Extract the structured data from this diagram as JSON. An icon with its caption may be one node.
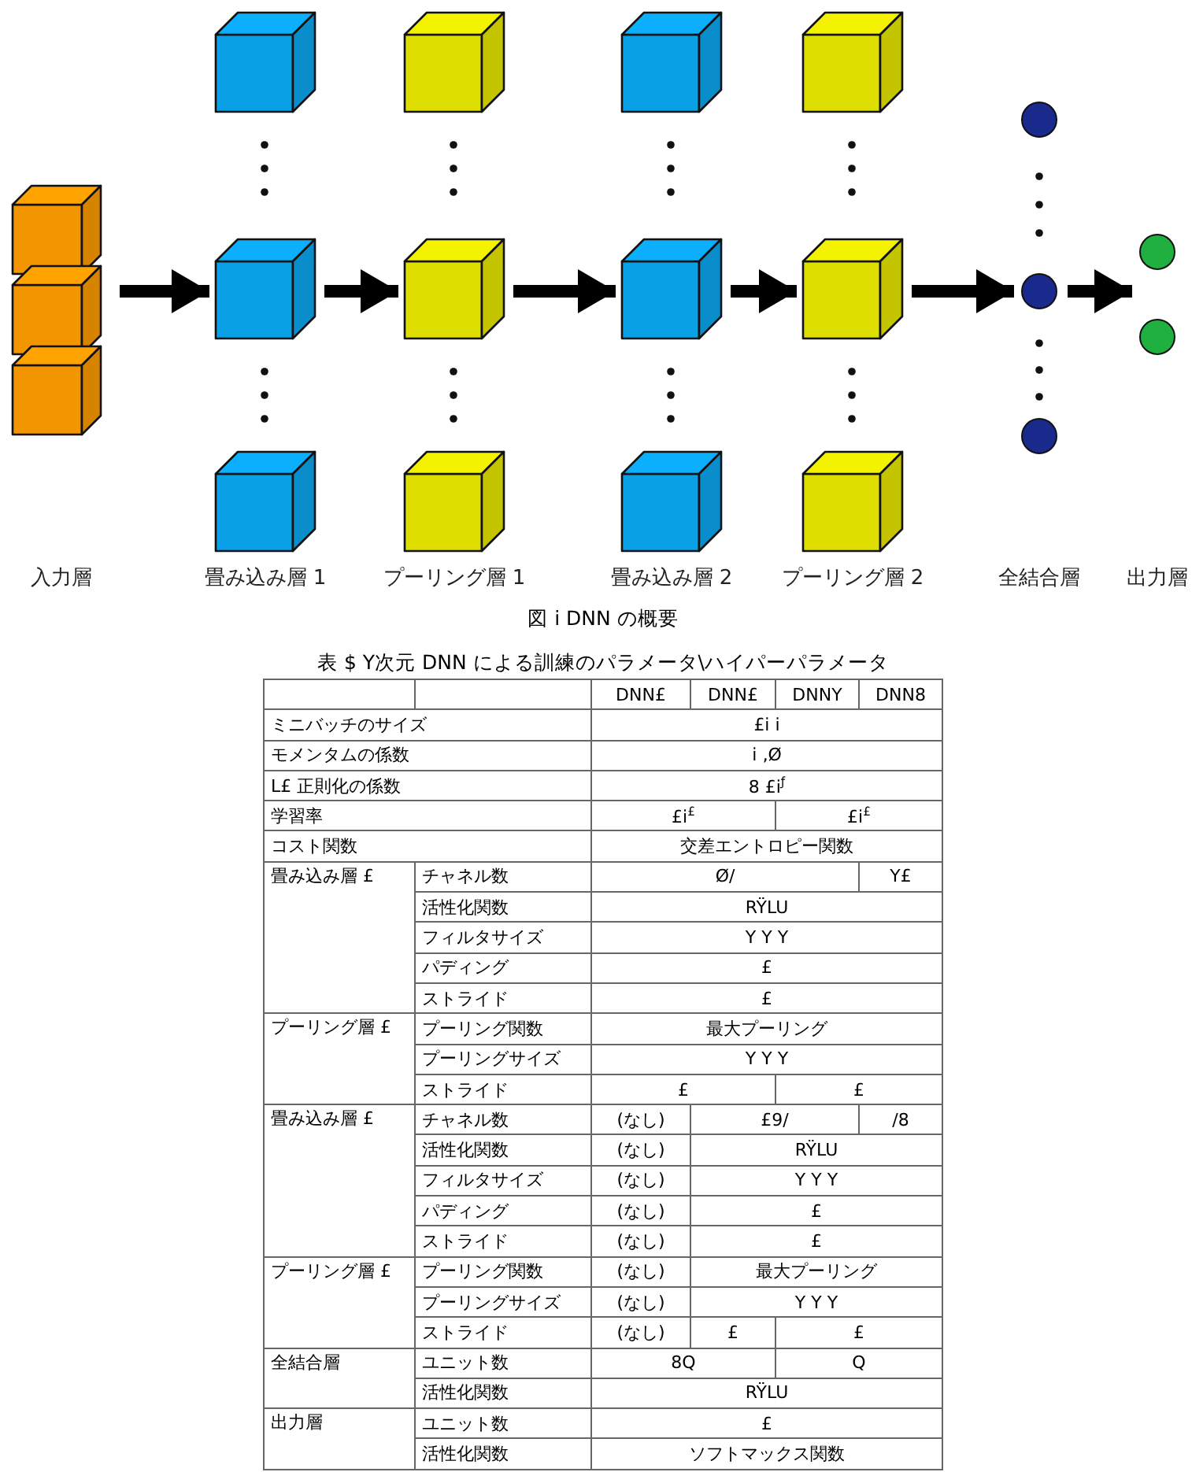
{
  "diagram": {
    "caption": "図 i DNN の概要",
    "nodes": [
      {
        "text": [
          "入力層"
        ]
      },
      {
        "text": [
          "畳み込み層 1"
        ]
      },
      {
        "text": [
          "プーリング層 1"
        ]
      },
      {
        "text": [
          "畳み込み層 2"
        ]
      },
      {
        "text": [
          "プーリング層 2"
        ]
      },
      {
        "text": [
          "全結合層"
        ]
      },
      {
        "text": [
          "出力層"
        ]
      }
    ],
    "edges": [
      {
        "from": 0,
        "to": 1,
        "arrow": "to"
      },
      {
        "from": 1,
        "to": 2,
        "arrow": "to"
      },
      {
        "from": 2,
        "to": 3,
        "arrow": "to"
      },
      {
        "from": 3,
        "to": 4,
        "arrow": "to"
      },
      {
        "from": 4,
        "to": 5,
        "arrow": "to"
      },
      {
        "from": 5,
        "to": 6,
        "arrow": "to"
      }
    ],
    "labels": [
      "表 $ Y次元 DNN による訓練のパラメータ\\ハイパーパラメータ",
      "DNN£",
      "DNN£",
      "DNNY",
      "DNN8",
      "ミニバッチのサイズ",
      "£i i",
      "モメンタムの係数",
      "i ‚Ø",
      "L£ 正則化の係数",
      "8 £i$^{ƒ}$",
      "学習率",
      "£i$^{£}$",
      "£i$^{£}$",
      "コスト関数",
      "交差エントロピー関数",
      "畳み込み層 £",
      "チャネル数",
      "Ø/",
      "Y£",
      "活性化関数",
      "RŸLU",
      "フィルタサイズ",
      "Y Y Y",
      "パディング",
      "£",
      "ストライド",
      "£",
      "プーリング層 £",
      "プーリング関数",
      "最大プーリング",
      "プーリングサイズ",
      "Y Y Y",
      "ストライド",
      "£",
      "£",
      "畳み込み層 £",
      "チャネル数",
      "(なし)",
      "£9/",
      "/8",
      "活性化関数",
      "(なし)",
      "RŸLU",
      "フィルタサイズ",
      "(なし)",
      "Y Y Y",
      "パディング",
      "(なし)",
      "£",
      "ストライド",
      "(なし)",
      "£",
      "プーリング層 £",
      "プーリング関数",
      "(なし)",
      "最大プーリング",
      "プーリングサイズ",
      "(なし)",
      "Y Y Y",
      "ストライド",
      "(なし)",
      "£",
      "£",
      "全結合層",
      "ユニット数",
      "8Q",
      "Q",
      "活性化関数",
      "RŸLU",
      "出力層",
      "ユニット数",
      "£",
      "活性化関数",
      "ソフトマックス関数"
    ]
  }
}
